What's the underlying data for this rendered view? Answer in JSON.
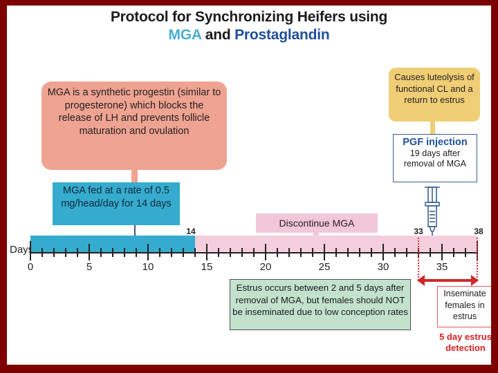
{
  "slide": {
    "border_color": "#7d0000",
    "background": "#ffffff"
  },
  "title": {
    "line1": "Protocol for Synchronizing Heifers using",
    "mga_word": "MGA",
    "and_word": " and ",
    "prostaglandin_word": "Prostaglandin",
    "mga_color": "#4aaed0",
    "prostaglandin_color": "#1f4e9c"
  },
  "callouts": {
    "mga_description": {
      "text": "MGA is a synthetic progestin (similar to progesterone) which blocks the release of LH and prevents follicle maturation and ovulation",
      "color": "#efa392"
    },
    "mga_feeding": {
      "text": "MGA fed at a rate of 0.5 mg/head/day for 14 days",
      "color": "#35acce"
    },
    "pgf_effect": {
      "text": "Causes luteolysis of functional CL and a return to estrus",
      "color": "#f0ce76"
    },
    "pgf_injection": {
      "heading": "PGF injection",
      "subtext": "19 days after removal of MGA",
      "border_color": "#3a5f96",
      "heading_color": "#1f4e9c"
    },
    "discontinue": {
      "text": "Discontinue MGA",
      "color": "#f2c7d8"
    },
    "estrus_note": {
      "text": "Estrus occurs between 2 and 5 days after removal of MGA, but females should NOT be inseminated due to low conception rates",
      "color": "#c3e2ce"
    },
    "inseminate": {
      "text": "Inseminate females in estrus",
      "border_color": "#e05c5c"
    },
    "estrus_detection": {
      "text": "5 day estrus detection",
      "color": "#d81f1f"
    }
  },
  "timeline": {
    "axis_label": "Days",
    "min_day": 0,
    "max_day": 38,
    "major_ticks": [
      0,
      5,
      10,
      15,
      20,
      25,
      30,
      35
    ],
    "tick_labels": [
      "0",
      "5",
      "10",
      "15",
      "20",
      "25",
      "30",
      "35"
    ],
    "marker_14": "14",
    "marker_33": "33",
    "marker_38": "38",
    "segments": [
      {
        "name": "mga-feeding-period",
        "from": 0,
        "to": 14,
        "color": "#35acce"
      },
      {
        "name": "post-mga-period",
        "from": 14,
        "to": 38,
        "color": "#f4cedc"
      }
    ],
    "highlight_range": {
      "from": 33,
      "to": 38,
      "color": "#cf2a2a"
    }
  },
  "icons": {
    "syringe": "syringe-icon",
    "syringe_color": "#3a5f96"
  }
}
